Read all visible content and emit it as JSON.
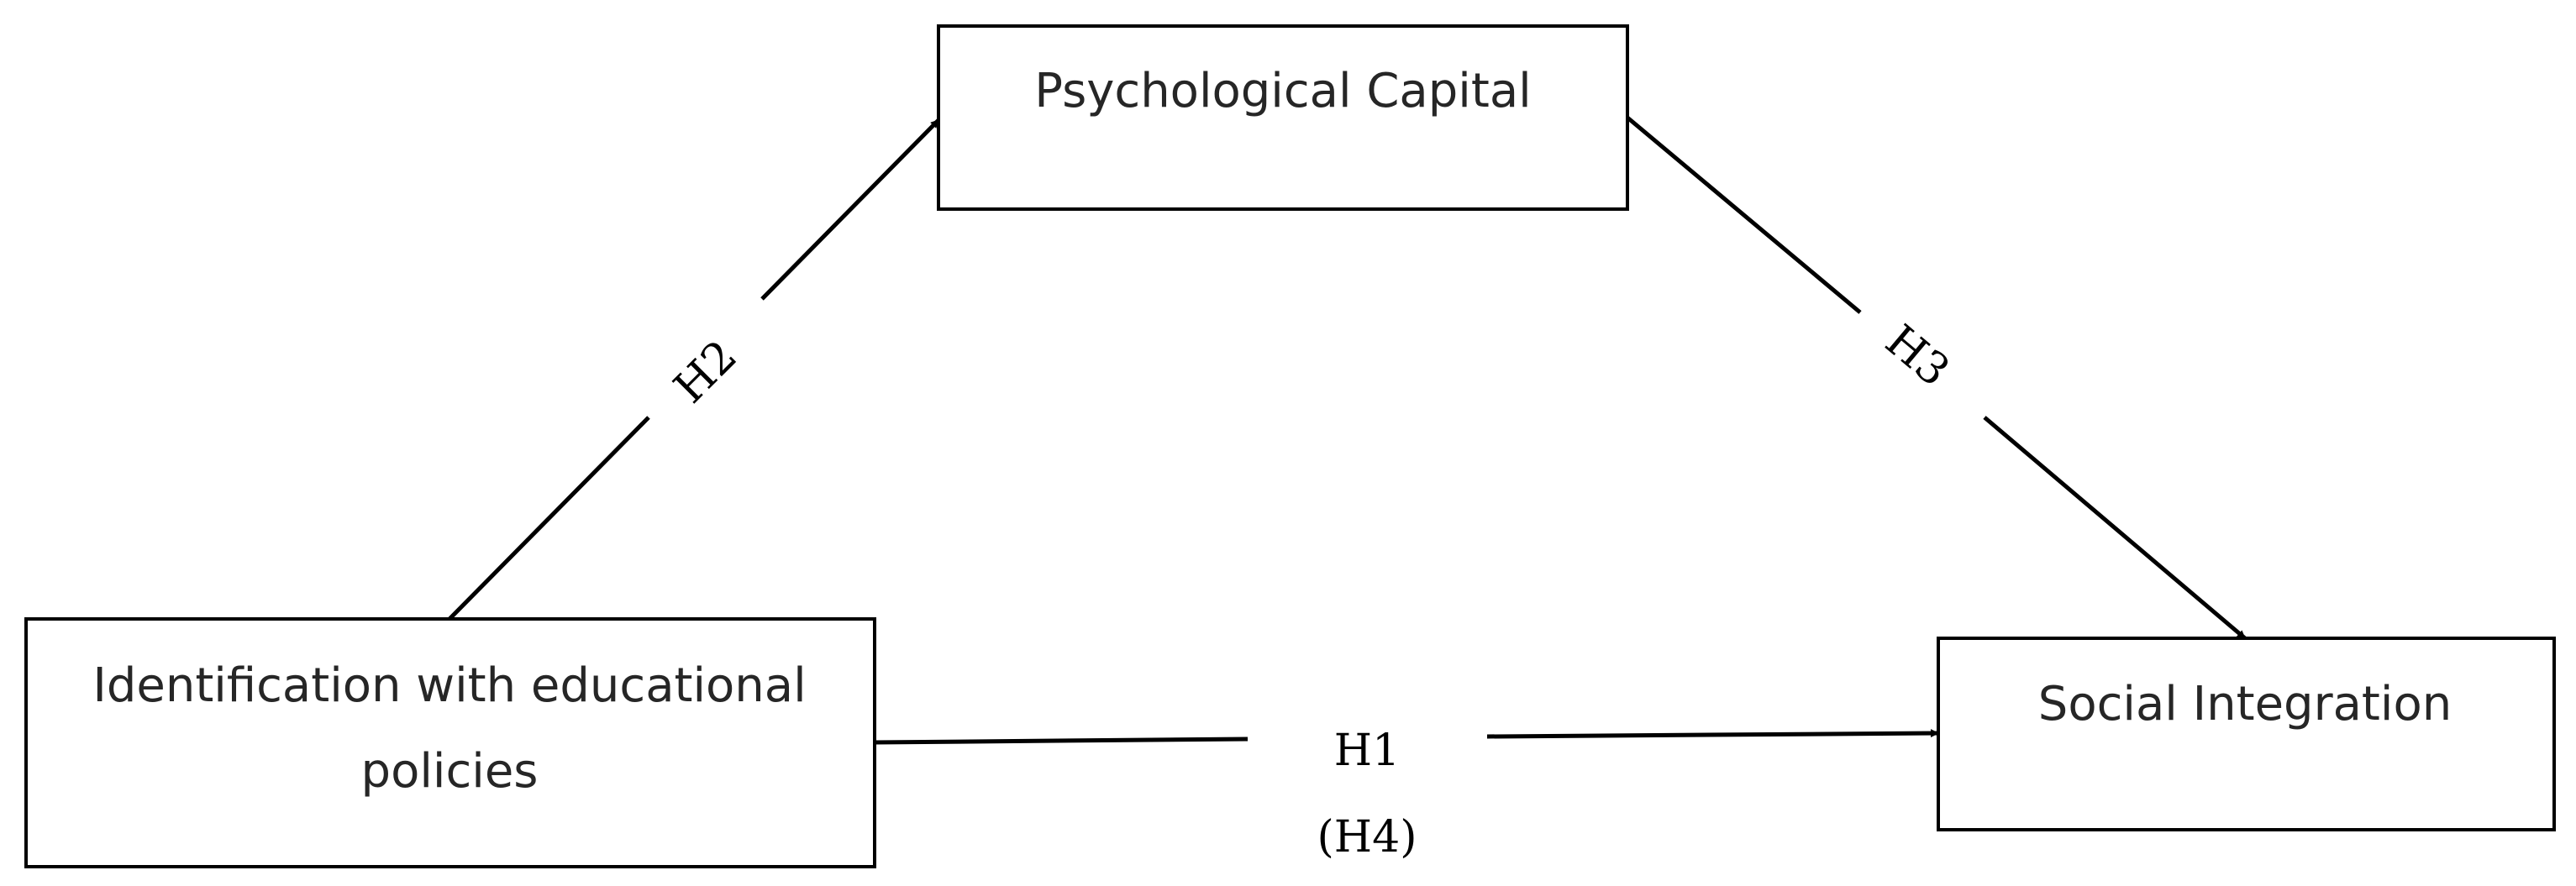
{
  "nodes": {
    "identification": {
      "label_line1": "Identification with educational",
      "label_line2": "policies"
    },
    "psychological_capital": {
      "label": "Psychological Capital"
    },
    "social_integration": {
      "label": "Social Integration"
    }
  },
  "edges": {
    "h1": {
      "label": "H1",
      "sublabel": "(H4)"
    },
    "h2": {
      "label": "H2"
    },
    "h3": {
      "label": "H3"
    }
  },
  "colors": {
    "stroke": "#000000",
    "text": "#262626",
    "background": "#ffffff"
  }
}
